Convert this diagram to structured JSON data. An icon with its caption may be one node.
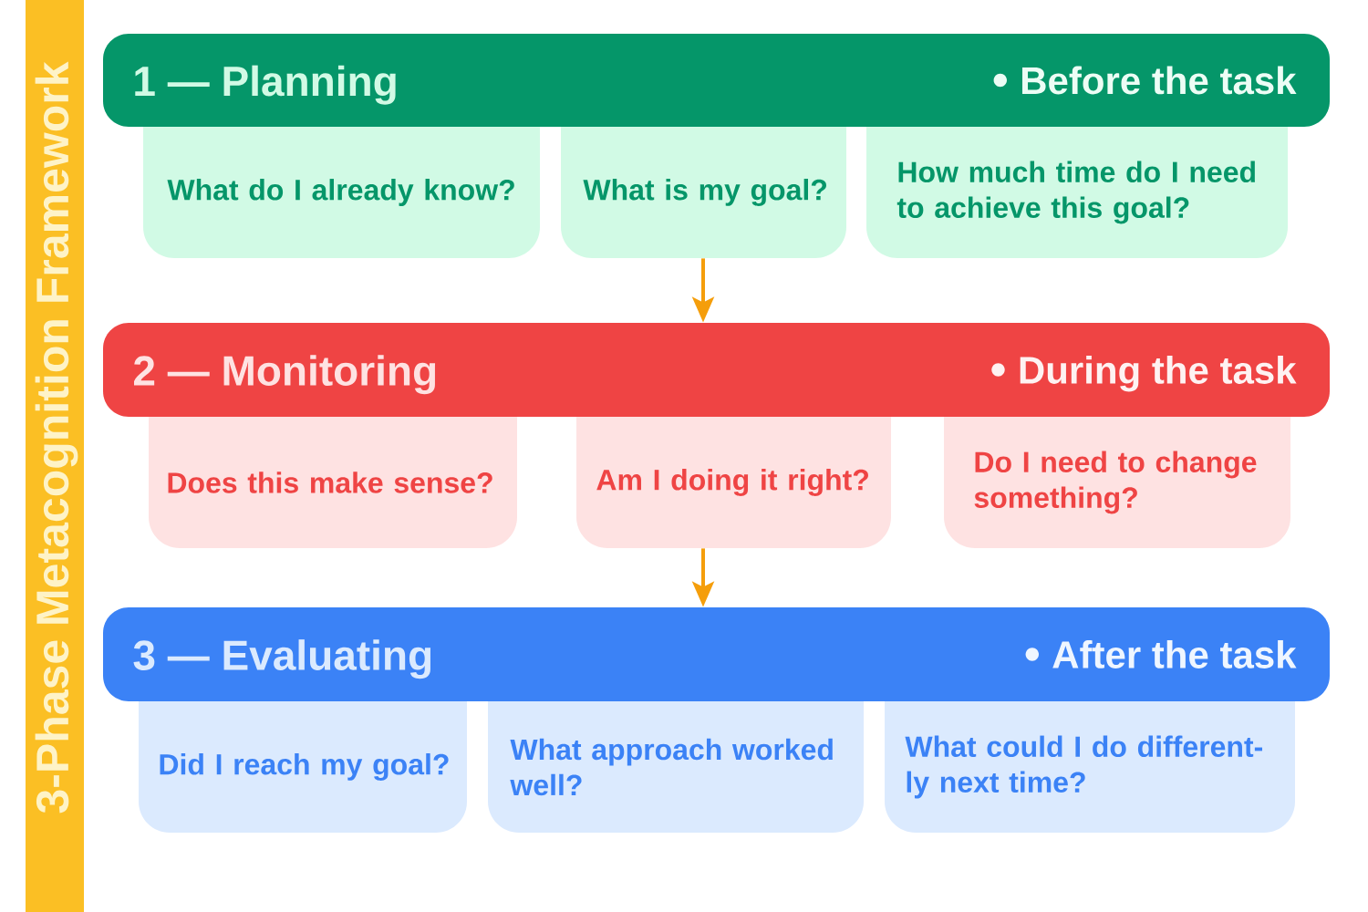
{
  "diagram": {
    "nodes": [
      {
        "text": [
          "3-Phase Metacognition Framework"
        ]
      },
      {
        "text": [
          "1 — Planning",
          "Before the task"
        ]
      },
      {
        "text": [
          "What do I already know?"
        ]
      },
      {
        "text": [
          "What is my goal?"
        ]
      },
      {
        "text": [
          "How much time do I need to achieve this goal?"
        ]
      },
      {
        "text": [
          "2 — Monitoring",
          "During the task"
        ]
      },
      {
        "text": [
          "Does this make sense?"
        ]
      },
      {
        "text": [
          "Am I doing it right?"
        ]
      },
      {
        "text": [
          "Do I need to change something?"
        ]
      },
      {
        "text": [
          "3 — Evaluating",
          "After the task"
        ]
      },
      {
        "text": [
          "Did I reach my goal?"
        ]
      },
      {
        "text": [
          "What approach worked well?"
        ]
      },
      {
        "text": [
          "What could I do different- ly next time?"
        ]
      }
    ],
    "edges": [
      {
        "from": 3,
        "to": 5,
        "arrow": "to"
      },
      {
        "from": 7,
        "to": 9,
        "arrow": "to"
      }
    ]
  }
}
